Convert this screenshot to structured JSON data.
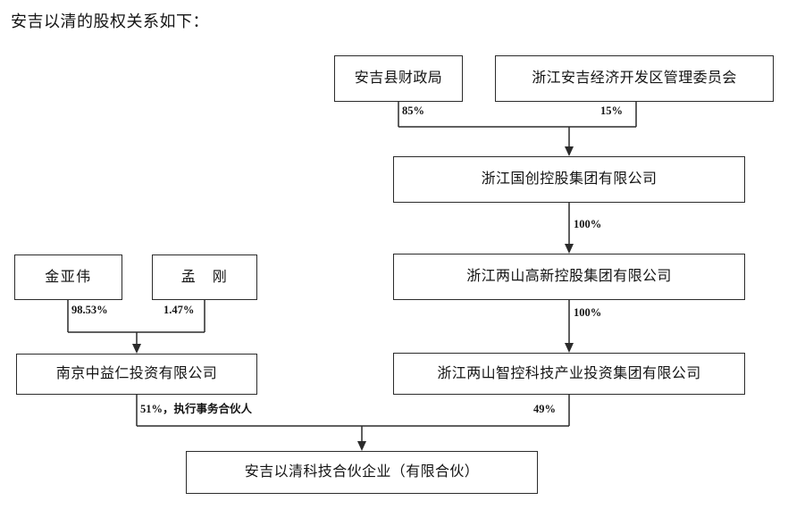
{
  "heading": "安吉以清的股权关系如下：",
  "nodes": {
    "finance_bureau": "安吉县财政局",
    "dev_zone_committee": "浙江安吉经济开发区管理委员会",
    "guochuang": "浙江国创控股集团有限公司",
    "liangshan_gaoxin": "浙江两山高新控股集团有限公司",
    "liangshan_zhikong": "浙江两山智控科技产业投资集团有限公司",
    "jin_yawei": "金亚伟",
    "meng_gang": "孟　刚",
    "zhongyiren": "南京中益仁投资有限公司",
    "yiqing": "安吉以清科技合伙企业（有限合伙）"
  },
  "edges": {
    "finance_to_guochuang": "85%",
    "committee_to_guochuang": "15%",
    "guochuang_to_gaoxin": "100%",
    "gaoxin_to_zhikong": "100%",
    "jin_to_zhongyiren": "98.53%",
    "meng_to_zhongyiren": "1.47%",
    "zhongyiren_to_yiqing": "51%，执行事务合伙人",
    "zhikong_to_yiqing": "49%"
  },
  "colors": {
    "border": "#2b2b2b",
    "text": "#141414",
    "background": "#ffffff"
  }
}
